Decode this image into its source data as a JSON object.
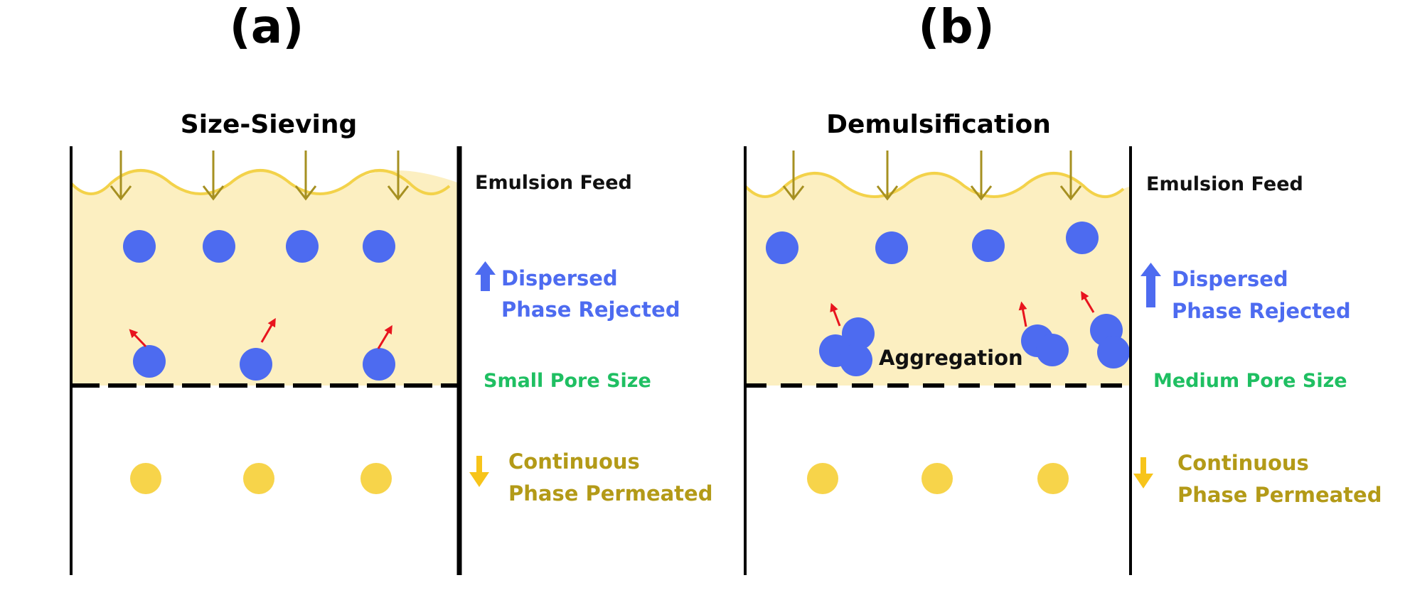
{
  "colors": {
    "emulsion_fill": "#fcefc1",
    "wave": "#f3d24a",
    "feed_arrow": "#a69021",
    "dispersed_droplet": "#4d6bf0",
    "continuous_droplet": "#f7d44a",
    "red_arrow": "#e8141e",
    "pore_label": "#1fbf62",
    "continuous_label": "#b39a17",
    "dispersed_label": "#4d6bf0",
    "wall": "#000000"
  },
  "panels": [
    {
      "letter": "(a)",
      "title": "Size-Sieving",
      "feed_label": "Emulsion Feed",
      "dispersed_line1": "Dispersed",
      "dispersed_line2": "Phase Rejected",
      "pore_label": "Small Pore Size",
      "continuous_line1": "Continuous",
      "continuous_line2": "Phase Permeated",
      "aggregation_label": ""
    },
    {
      "letter": "(b)",
      "title": "Demulsification",
      "feed_label": "Emulsion Feed",
      "dispersed_line1": "Dispersed",
      "dispersed_line2": "Phase Rejected",
      "pore_label": "Medium Pore Size",
      "continuous_line1": "Continuous",
      "continuous_line2": "Phase Permeated",
      "aggregation_label": "Aggregation"
    }
  ],
  "icons": {
    "feed_arrow": "down-arrow-icon",
    "up_arrow": "up-arrow-icon",
    "down_arrow": "down-arrow-icon",
    "deflect_arrow": "red-arrow-icon"
  }
}
